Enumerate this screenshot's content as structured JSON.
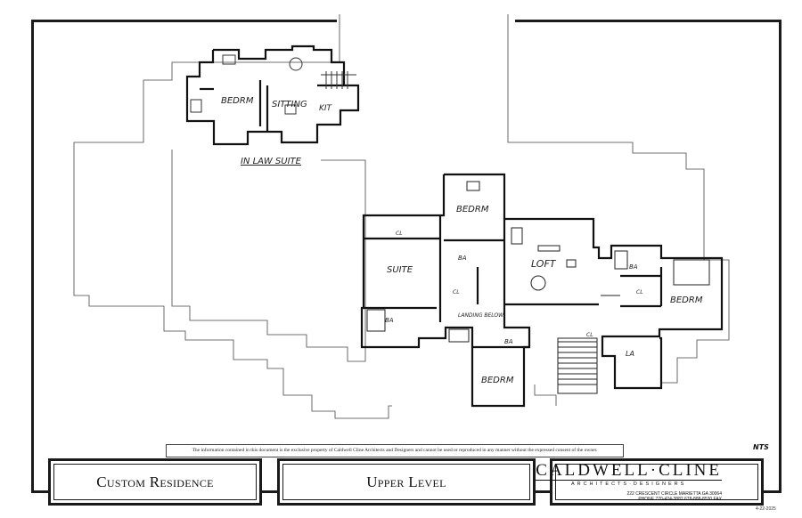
{
  "plan": {
    "rooms": [
      {
        "id": "inlaw-bedroom",
        "label": "BEDRM"
      },
      {
        "id": "inlaw-sitting",
        "label": "SITTING"
      },
      {
        "id": "inlaw-kit",
        "label": "KIT"
      },
      {
        "id": "inlaw-suite",
        "label": "IN LAW SUITE"
      },
      {
        "id": "upper-bedroom-north",
        "label": "BEDRM"
      },
      {
        "id": "upper-cl-1",
        "label": "CL"
      },
      {
        "id": "upper-suite",
        "label": "SUITE"
      },
      {
        "id": "upper-ba-1",
        "label": "BA"
      },
      {
        "id": "upper-cl-2",
        "label": "CL"
      },
      {
        "id": "upper-loft",
        "label": "LOFT"
      },
      {
        "id": "upper-ba-2",
        "label": "BA"
      },
      {
        "id": "upper-ba-3",
        "label": "BA"
      },
      {
        "id": "upper-bedroom-east",
        "label": "BEDRM"
      },
      {
        "id": "upper-cl-3",
        "label": "CL"
      },
      {
        "id": "upper-landing",
        "label": "LANDING BELOW"
      },
      {
        "id": "upper-ba-4",
        "label": "BA"
      },
      {
        "id": "upper-bedroom-south",
        "label": "BEDRM"
      },
      {
        "id": "upper-la",
        "label": "LA"
      },
      {
        "id": "upper-cl-4",
        "label": "CL"
      }
    ]
  },
  "disclaimer": "The information contained in this document is the exclusive property of Caldwell Cline Architects and Designers and cannot be used or reproduced in any manner without the expressed consent of the owner.",
  "scale_note": "NTS",
  "title_block": {
    "project": "Custom Residence",
    "sheet": "Upper Level",
    "firm_name": "CALDWELL·CLINE",
    "firm_sub": "ARCHITECTS·DESIGNERS",
    "address": "222 CRESCENT CIRCLE MARIETTA GA 30064",
    "phone": "PHONE 770-424-3882   678-888-8530 FAX"
  },
  "date": "4-22-2025"
}
